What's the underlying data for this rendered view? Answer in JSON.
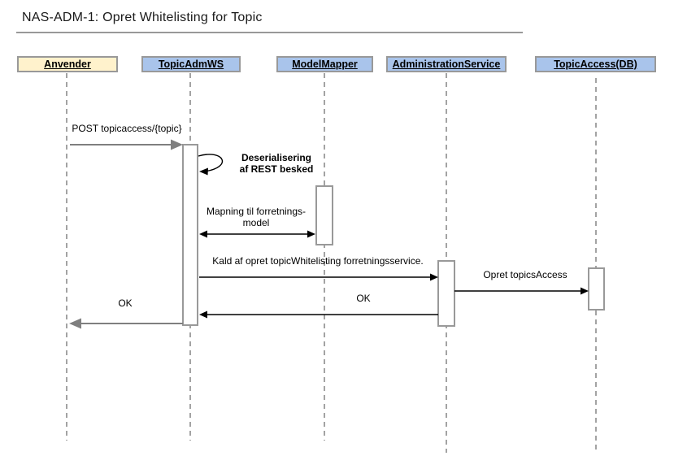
{
  "header": {
    "title": "NAS-ADM-1: Opret Whitelisting for Topic"
  },
  "colors": {
    "actor_fill": "#FFF2CC",
    "participant_fill": "#A9C4EB",
    "shape_border": "#999999",
    "lifeline": "#A3A3A3",
    "external_arrow": "#7F7F7F",
    "internal_arrow": "#000000",
    "text": "#000000"
  },
  "participants": [
    {
      "label": "Anvender",
      "kind": "actor"
    },
    {
      "label": "TopicAdmWS",
      "kind": "service"
    },
    {
      "label": "ModelMapper",
      "kind": "service"
    },
    {
      "label": "AdministrationService",
      "kind": "service"
    },
    {
      "label": "TopicAccess(DB)",
      "kind": "database"
    }
  ],
  "messages": [
    {
      "id": "post",
      "label": "POST topicaccess/{topic}",
      "from": "Anvender",
      "to": "TopicAdmWS",
      "style": "external-call"
    },
    {
      "id": "deserialize",
      "label": "Deserialisering\naf REST besked",
      "from": "TopicAdmWS",
      "to": "TopicAdmWS",
      "style": "self-message"
    },
    {
      "id": "mapping",
      "label": "Mapning til forretnings-\nmodel",
      "from": "TopicAdmWS",
      "to": "ModelMapper",
      "style": "bidirectional"
    },
    {
      "id": "kald",
      "label": "Kald af opret topicWhitelisting forretningsservice.",
      "from": "TopicAdmWS",
      "to": "AdministrationService",
      "style": "call"
    },
    {
      "id": "opret",
      "label": "Opret topicsAccess",
      "from": "AdministrationService",
      "to": "TopicAccess(DB)",
      "style": "call"
    },
    {
      "id": "ok-to-topicadmws",
      "label": "OK",
      "from": "AdministrationService",
      "to": "TopicAdmWS",
      "style": "return"
    },
    {
      "id": "ok-to-anvender",
      "label": "OK",
      "from": "TopicAdmWS",
      "to": "Anvender",
      "style": "external-return"
    }
  ]
}
